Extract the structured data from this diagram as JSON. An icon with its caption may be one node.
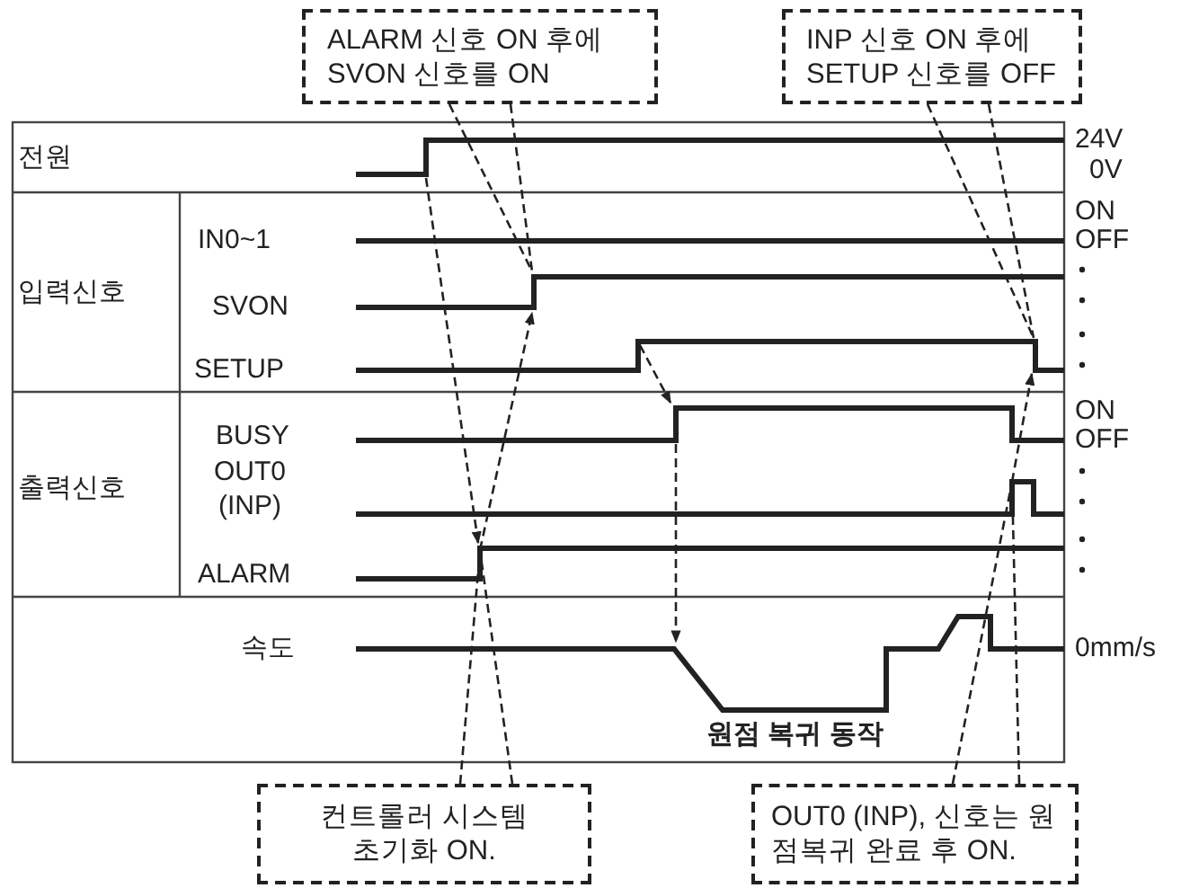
{
  "diagram": {
    "nodes": [
      {
        "text": [
          "ALARM 신호 ON 후에 SVON 신호를 ON"
        ]
      },
      {
        "text": [
          "INP 신호 ON 후에 SETUP 신호를 OFF"
        ]
      },
      {
        "text": [
          "컨트롤러 시스템 초기화 ON."
        ]
      },
      {
        "text": [
          "OUT0 (INP), 신호는 원점복귀 완료 후 ON."
        ]
      }
    ],
    "edges": [
      {
        "from": 0,
        "to": null,
        "arrow": "none",
        "style": "dashed"
      },
      {
        "from": 0,
        "to": null,
        "arrow": "none",
        "style": "dashed"
      },
      {
        "from": 1,
        "to": null,
        "arrow": "none",
        "style": "dashed"
      },
      {
        "from": 1,
        "to": null,
        "arrow": "none",
        "style": "dashed"
      },
      {
        "from": 2,
        "to": null,
        "arrow": "none",
        "style": "dashed"
      },
      {
        "from": 2,
        "to": null,
        "arrow": "none",
        "style": "dashed"
      },
      {
        "from": 3,
        "to": null,
        "arrow": "none",
        "style": "dashed"
      },
      {
        "from": 3,
        "to": null,
        "arrow": "none",
        "style": "dashed"
      }
    ],
    "labels": [
      "전원",
      "24V",
      "0V",
      "입력신호",
      "IN0~1",
      "ON",
      "OFF",
      "SVON",
      "SETUP",
      "출력신호",
      "BUSY",
      "ON",
      "OFF",
      "OUT0 (INP)",
      "ALARM",
      "속도",
      "0mm/s",
      "원점 복귀 동작"
    ]
  }
}
